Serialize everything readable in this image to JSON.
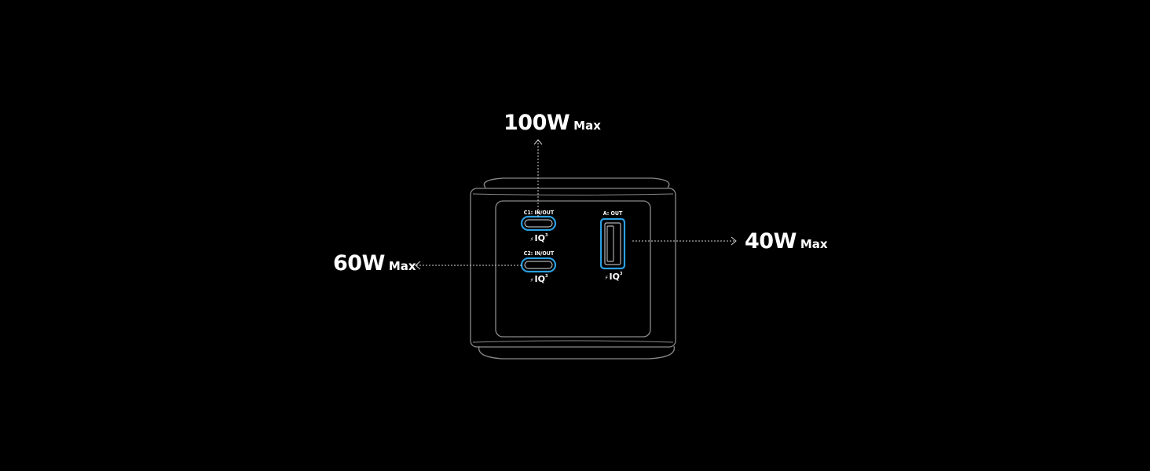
{
  "colors": {
    "background": "#000000",
    "outline": "#8a8a8a",
    "port_highlight": "#2a9fe0",
    "text": "#ffffff",
    "arrow": "#cfcfcf"
  },
  "ports": {
    "c1": {
      "label": "C1: IN/OUT",
      "badge": "IQ",
      "badge_sup": "3",
      "bolt_icon": "lightning-icon",
      "power_value": "100W",
      "power_unit": "Max"
    },
    "c2": {
      "label": "C2: IN/OUT",
      "badge": "IQ",
      "badge_sup": "3",
      "bolt_icon": "lightning-icon",
      "power_value": "60W",
      "power_unit": "Max"
    },
    "a": {
      "label": "A: OUT",
      "badge": "IQ",
      "badge_sup": "3",
      "bolt_icon": "lightning-icon",
      "power_value": "40W",
      "power_unit": "Max"
    }
  }
}
